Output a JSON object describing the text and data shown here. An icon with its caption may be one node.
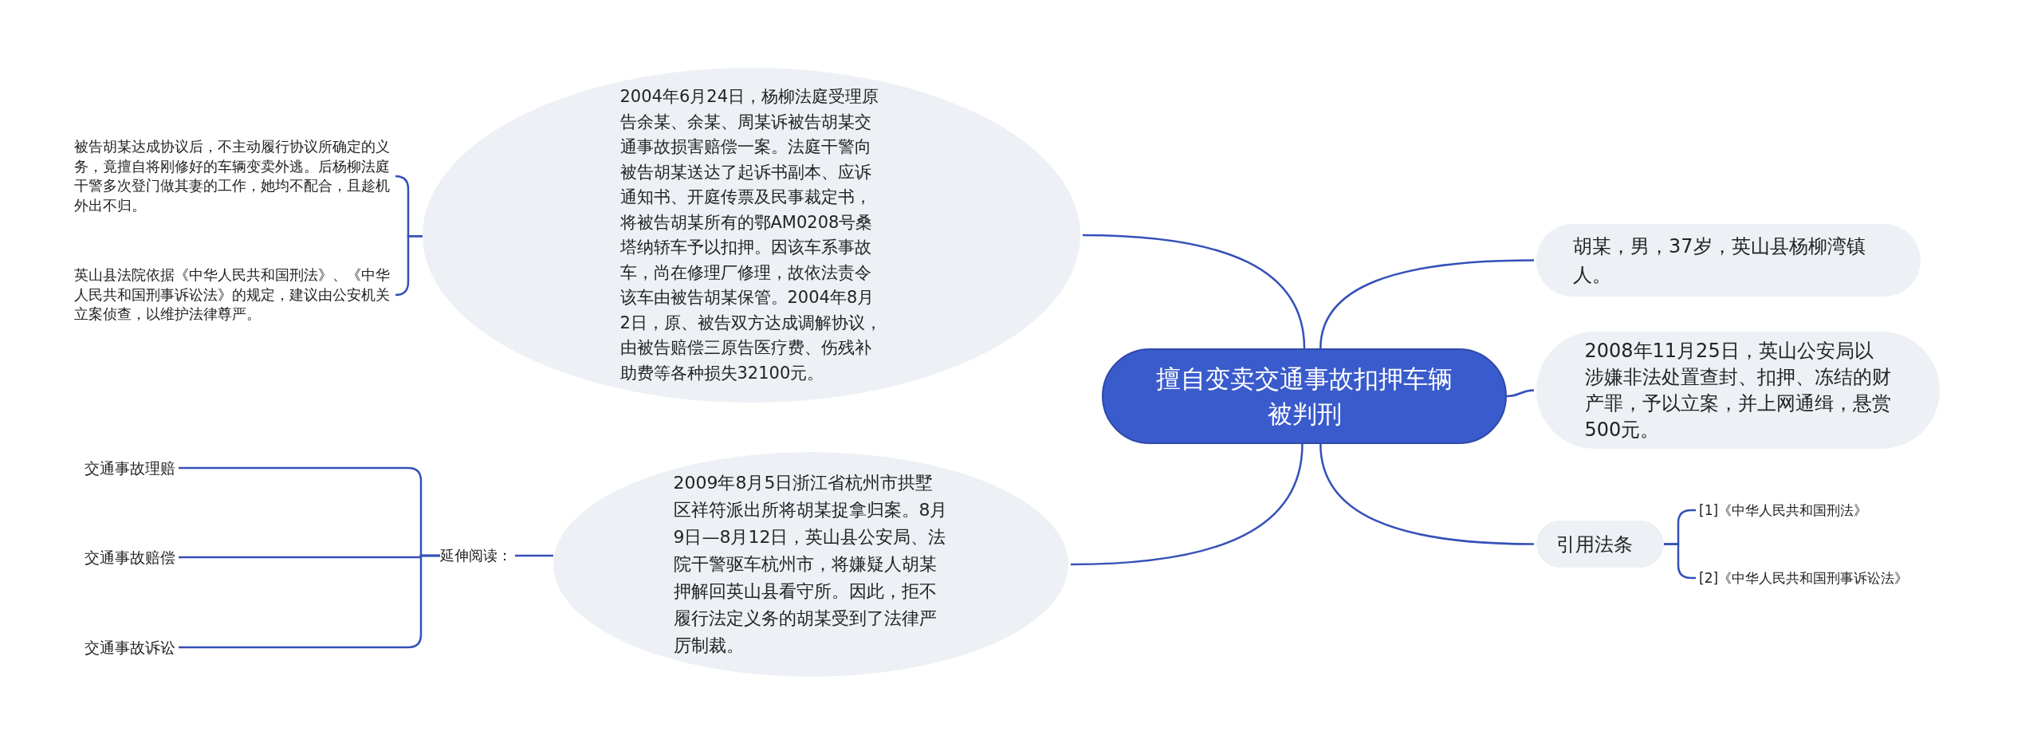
{
  "diagram": {
    "nodes": [
      {
        "text": [
          "擅自变卖交通事故扣押车辆被判刑"
        ]
      },
      {
        "text": [
          "2004年6月24日，杨柳法庭受理原告余某、余某、周某诉被告胡某交通事故损害赔偿一案。法庭干警向被告胡某送达了起诉书副本、应诉通知书、开庭传票及民事裁定书，将被告胡某所有的鄂AM0208号桑塔纳轿车予以扣押。因该车系事故车，尚在修理厂修理，故依法责令该车由被告胡某保管。2004年8月2日，原、被告双方达成调解协议，由被告赔偿三原告医疗费、伤残补助费等各种损失32100元。"
        ]
      },
      {
        "text": [
          "被告胡某达成协议后，不主动履行协议所确定的义务，竟擅自将刚修好的车辆变卖外逃。后杨柳法庭干警多次登门做其妻的工作，她均不配合，且趁机外出不归。"
        ]
      },
      {
        "text": [
          "英山县法院依据《中华人民共和国刑法》、《中华人民共和国刑事诉讼法》的规定，建议由公安机关立案侦查，以维护法律尊严。"
        ]
      },
      {
        "text": [
          "2009年8月5日浙江省杭州市拱墅区祥符派出所将胡某捉拿归案。8月9日—8月12日，英山县公安局、法院干警驱车杭州市，将嫌疑人胡某押解回英山县看守所。因此，拒不履行法定义务的胡某受到了法律严厉制裁。"
        ]
      },
      {
        "text": [
          "延伸阅读："
        ]
      },
      {
        "text": [
          "交通事故理赔"
        ]
      },
      {
        "text": [
          "交通事故赔偿"
        ]
      },
      {
        "text": [
          "交通事故诉讼"
        ]
      },
      {
        "text": [
          "胡某，男，37岁，英山县杨柳湾镇人。"
        ]
      },
      {
        "text": [
          "2008年11月25日，英山公安局以涉嫌非法处置查封、扣押、冻结的财产罪，予以立案，并上网通缉，悬赏500元。"
        ]
      },
      {
        "text": [
          "引用法条"
        ]
      },
      {
        "text": [
          "[1]《中华人民共和国刑法》"
        ]
      },
      {
        "text": [
          "[2]《中华人民共和国刑事诉讼法》"
        ]
      }
    ],
    "edges": [
      {
        "from": 0,
        "to": 1,
        "arrow": "none"
      },
      {
        "from": 1,
        "to": 2,
        "arrow": "none"
      },
      {
        "from": 1,
        "to": 3,
        "arrow": "none"
      },
      {
        "from": 0,
        "to": 4,
        "arrow": "none"
      },
      {
        "from": 4,
        "to": 5,
        "arrow": "none"
      },
      {
        "from": 5,
        "to": 6,
        "arrow": "none"
      },
      {
        "from": 5,
        "to": 7,
        "arrow": "none"
      },
      {
        "from": 5,
        "to": 8,
        "arrow": "none"
      },
      {
        "from": 0,
        "to": 9,
        "arrow": "none"
      },
      {
        "from": 0,
        "to": 10,
        "arrow": "none"
      },
      {
        "from": 0,
        "to": 11,
        "arrow": "none"
      },
      {
        "from": 11,
        "to": 12,
        "arrow": "none"
      },
      {
        "from": 11,
        "to": 13,
        "arrow": "none"
      }
    ]
  }
}
